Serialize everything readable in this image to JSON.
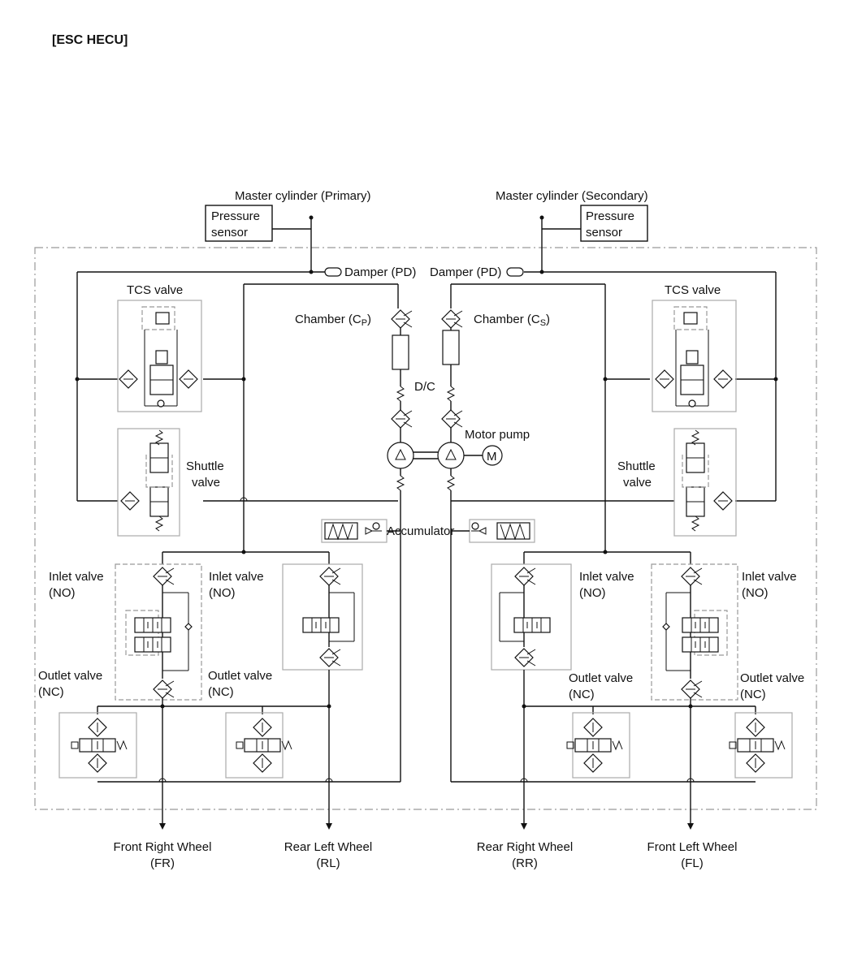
{
  "title": "[ESC HECU]",
  "labels": {
    "master_primary": "Master cylinder (Primary)",
    "master_secondary": "Master cylinder (Secondary)",
    "pressure_sensor_1": "Pressure",
    "pressure_sensor_2": "sensor",
    "damper": "Damper (PD)",
    "chamber_p_prefix": "Chamber (C",
    "chamber_p_sub": "P",
    "chamber_s_prefix": "Chamber (C",
    "chamber_s_sub": "S",
    "chamber_suffix": ")",
    "tcs_valve": "TCS valve",
    "dc": "D/C",
    "motor_pump": "Motor pump",
    "motor_symbol": "M",
    "shuttle_1": "Shuttle",
    "shuttle_2": "valve",
    "accumulator": "Accumulator",
    "inlet_1": "Inlet valve",
    "inlet_2": "(NO)",
    "outlet_1": "Outlet valve",
    "outlet_2": "(NC)"
  },
  "wheels": [
    {
      "name": "Front Right Wheel",
      "code": "(FR)"
    },
    {
      "name": "Rear Left Wheel",
      "code": "(RL)"
    },
    {
      "name": "Rear Right Wheel",
      "code": "(RR)"
    },
    {
      "name": "Front Left Wheel",
      "code": "(FL)"
    }
  ]
}
